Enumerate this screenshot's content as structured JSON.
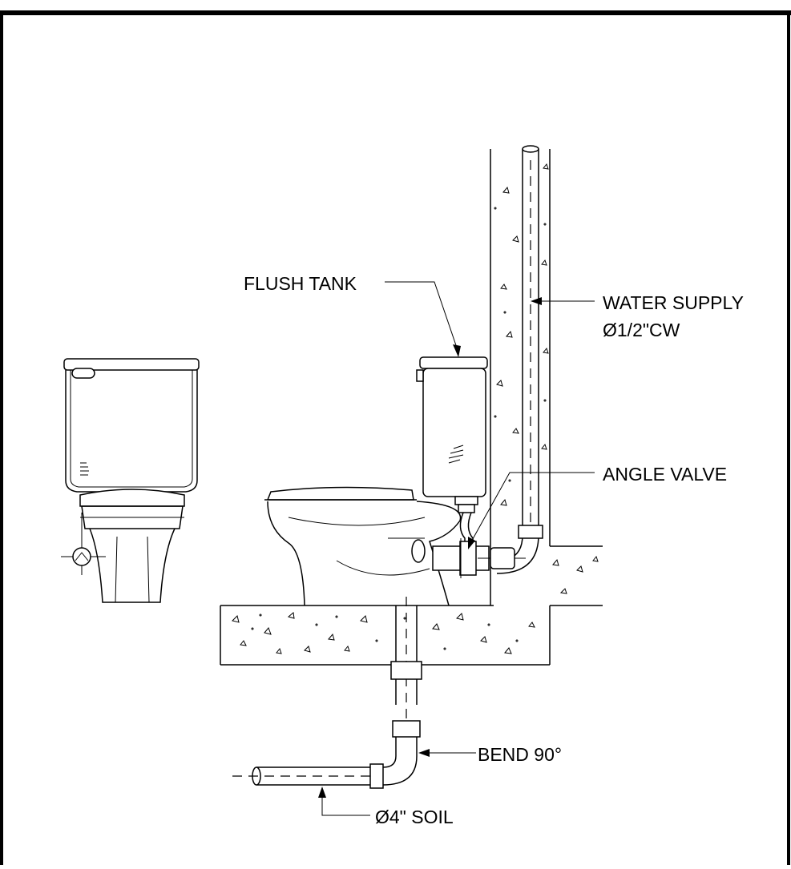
{
  "labels": {
    "flush_tank": "FLUSH TANK",
    "water_supply_line1": "WATER SUPPLY",
    "water_supply_line2": "Ø1/2\"CW",
    "angle_valve": "ANGLE VALVE",
    "bend": "BEND 90°",
    "soil": "Ø4\" SOIL"
  },
  "colors": {
    "line": "#000000",
    "background": "#ffffff"
  }
}
